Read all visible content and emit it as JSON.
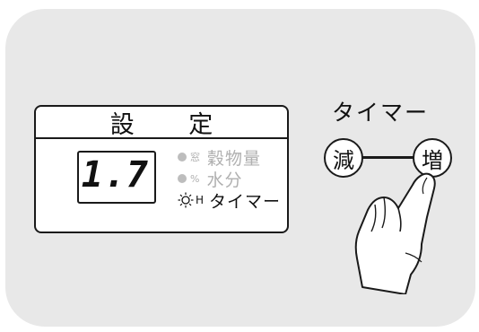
{
  "display": {
    "header_label": "設 定",
    "lcd_value": "1.7"
  },
  "indicators": [
    {
      "tag": "窓",
      "label": "穀物量",
      "active": false
    },
    {
      "tag": "%",
      "label": "水分",
      "active": false
    },
    {
      "tag": "H",
      "label": "タイマー",
      "active": true
    }
  ],
  "timer_control": {
    "title": "タイマー",
    "decrease_label": "減",
    "increase_label": "増"
  },
  "colors": {
    "panel_bg": "#e8e8e8",
    "inactive_text": "#b0b0b0",
    "active_text": "#111111"
  }
}
